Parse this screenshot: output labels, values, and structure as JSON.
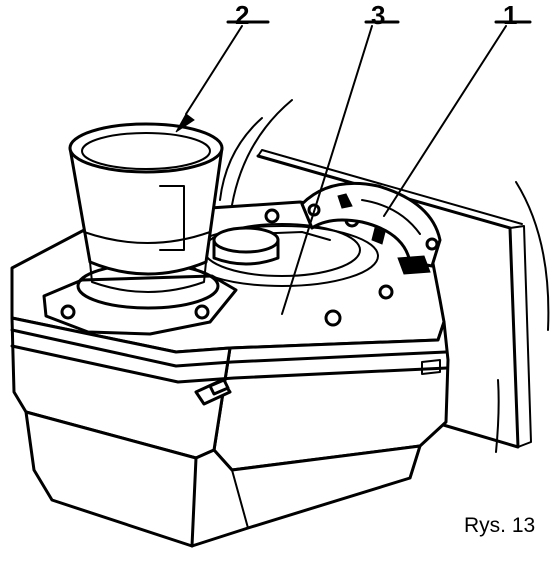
{
  "callouts": {
    "one": "1",
    "two": "2",
    "three": "3"
  },
  "caption": "Rys. 13",
  "colors": {
    "ink": "#000000",
    "paper": "#ffffff"
  }
}
